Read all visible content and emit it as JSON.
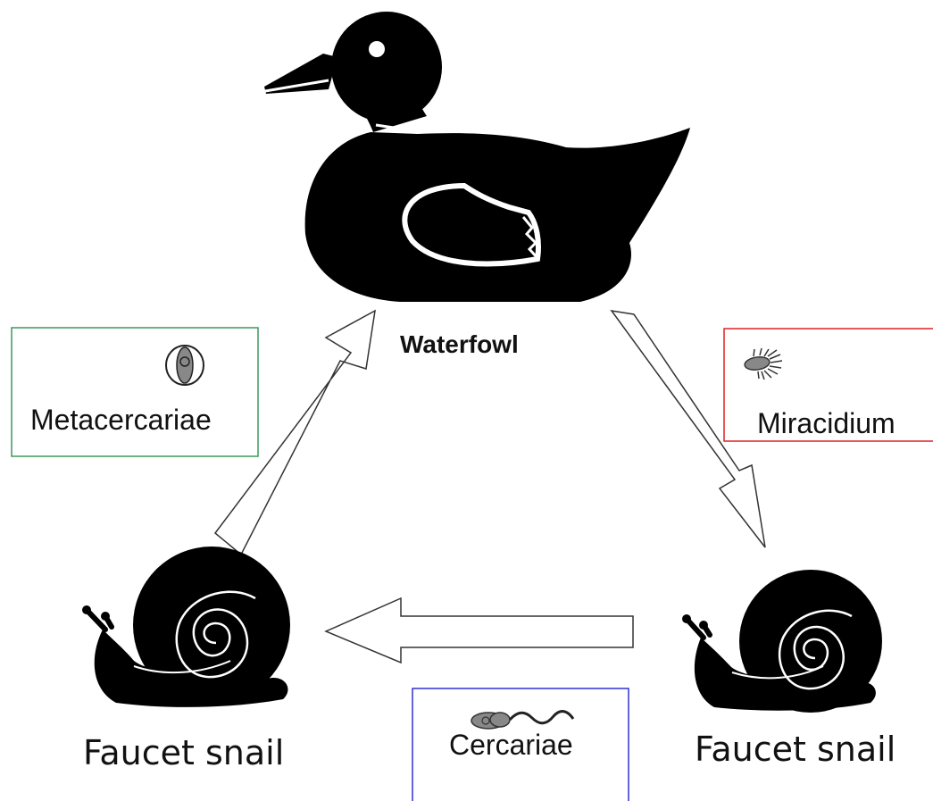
{
  "labels": {
    "host_definitive": "Waterfowl",
    "host_snail_left": "Faucet snail",
    "host_snail_right": "Faucet snail"
  },
  "stages": {
    "metacercariae": "Metacercariae",
    "miracidium": "Miracidium",
    "cercariae": "Cercariae"
  },
  "colors": {
    "metacercariae_box": "#3a9a5c",
    "miracidium_box": "#e02020",
    "cercariae_box": "#3030d0",
    "silhouette": "#000000",
    "stage_icon": "#888888"
  },
  "icons": {
    "host_definitive": "duck-silhouette-icon",
    "host_snail": "snail-silhouette-icon",
    "metacercariae": "encysted-larva-icon",
    "miracidium": "ciliated-larva-icon",
    "cercariae": "tailed-larva-icon"
  }
}
